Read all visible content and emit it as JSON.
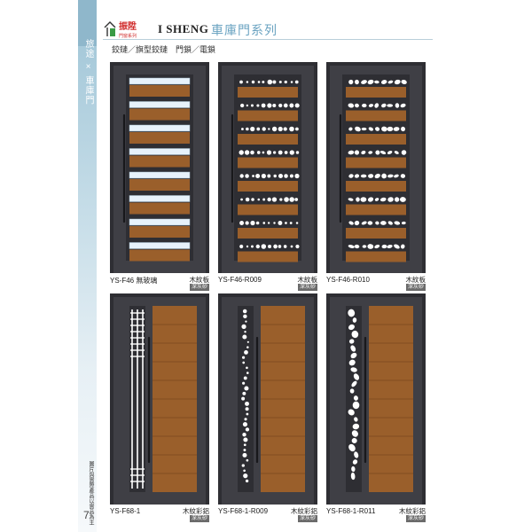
{
  "side": {
    "label": "旅途 × 車庫門",
    "note": "圖片與實際產品以實品為主",
    "page_number": "7"
  },
  "header": {
    "logo_text": "振陞",
    "logo_sub": "門窗系列",
    "brand": "I SHENG",
    "series": "車庫門系列"
  },
  "subheading": "鉸鏈／旗型鉸鏈　門鎖／電鎖",
  "colors": {
    "frame": "#3f3f45",
    "frame_dark": "#2e2e33",
    "wood": "#9a5f2b",
    "wood_light": "#b07236",
    "glass": "#e7f2fb",
    "accent": "#6aa3c1",
    "badge": "#6b6b6b"
  },
  "doors": [
    {
      "code": "YS-F46 無玻璃",
      "material": "木紋板",
      "finish": "深灰砂",
      "pattern": "glass-strips"
    },
    {
      "code": "YS-F46-R009",
      "material": "木紋板",
      "finish": "深灰砂",
      "pattern": "circles"
    },
    {
      "code": "YS-F46-R010",
      "material": "木紋板",
      "finish": "深灰砂",
      "pattern": "stones"
    },
    {
      "code": "YS-F68-1",
      "material": "木紋彩鋁",
      "finish": "深灰砂",
      "pattern": "grid"
    },
    {
      "code": "YS-F68-1-R009",
      "material": "木紋彩鋁",
      "finish": "深灰砂",
      "pattern": "circle-column"
    },
    {
      "code": "YS-F68-1-R011",
      "material": "木紋彩鋁",
      "finish": "深灰砂",
      "pattern": "stone-column"
    }
  ]
}
